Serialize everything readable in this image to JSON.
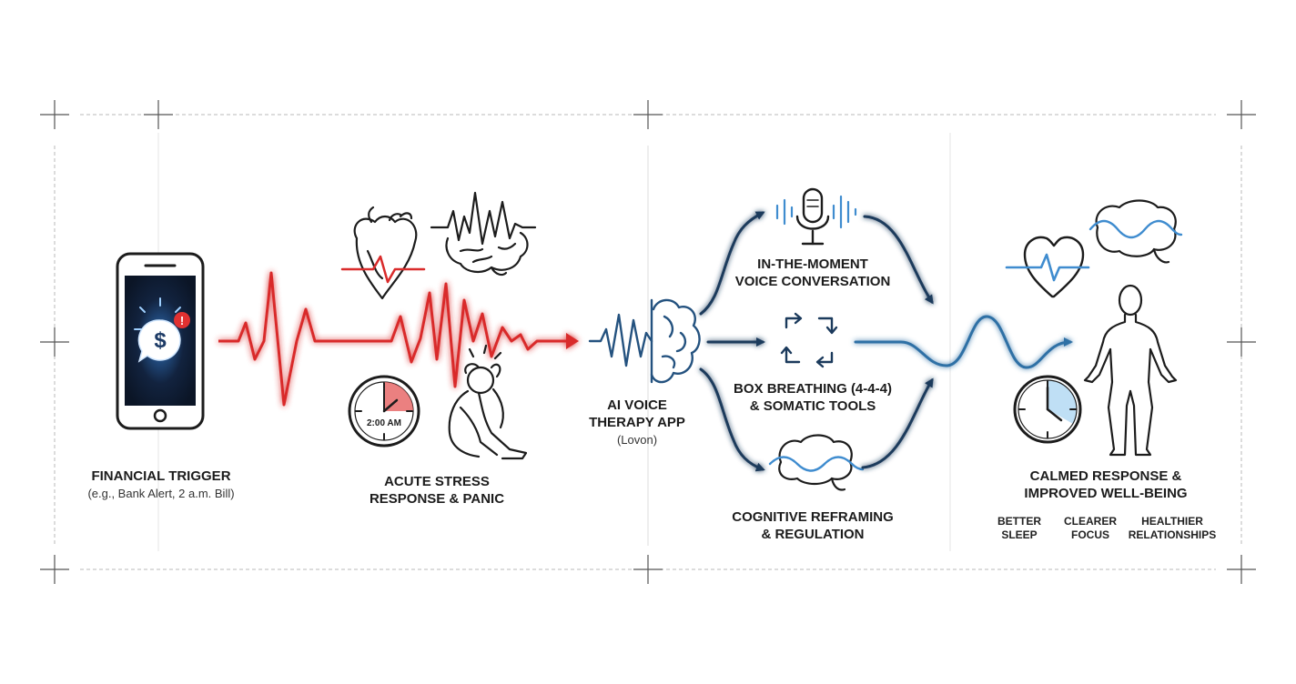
{
  "stages": {
    "trigger": {
      "title": "FINANCIAL TRIGGER",
      "subtitle": "(e.g., Bank Alert, 2 a.m. Bill)"
    },
    "stress": {
      "title_line1": "ACUTE STRESS",
      "title_line2": "RESPONSE & PANIC",
      "clock_text": "2:00 AM"
    },
    "app": {
      "title_line1": "AI VOICE",
      "title_line2": "THERAPY APP",
      "subtitle": "(Lovon)"
    },
    "tools": [
      {
        "line1": "IN-THE-MOMENT",
        "line2": "VOICE CONVERSATION"
      },
      {
        "line1": "BOX BREATHING (4-4-4)",
        "line2": "& SOMATIC TOOLS"
      },
      {
        "line1": "COGNITIVE REFRAMING",
        "line2": "& REGULATION"
      }
    ],
    "outcome": {
      "title_line1": "CALMED RESPONSE &",
      "title_line2": "IMPROVED WELL-BEING"
    }
  },
  "benefits": [
    {
      "line1": "BETTER",
      "line2": "SLEEP"
    },
    {
      "line1": "CLEARER",
      "line2": "FOCUS"
    },
    {
      "line1": "HEALTHIER",
      "line2": "RELATIONSHIPS"
    }
  ],
  "colors": {
    "stress": "#d92b2b",
    "calm": "#2f6fa5",
    "deep": "#1b3a5c",
    "ink": "#1c1c1c",
    "light_blue": "#8fc4ea"
  },
  "icons": [
    "smartphone-icon",
    "dollar-chat-icon",
    "alert-icon",
    "heart-icon",
    "brain-spike-icon",
    "clock-icon",
    "distressed-person-icon",
    "brain-icon",
    "microphone-icon",
    "cycle-arrows-icon",
    "brain-wave-icon",
    "heart-pulse-icon",
    "person-icon"
  ]
}
